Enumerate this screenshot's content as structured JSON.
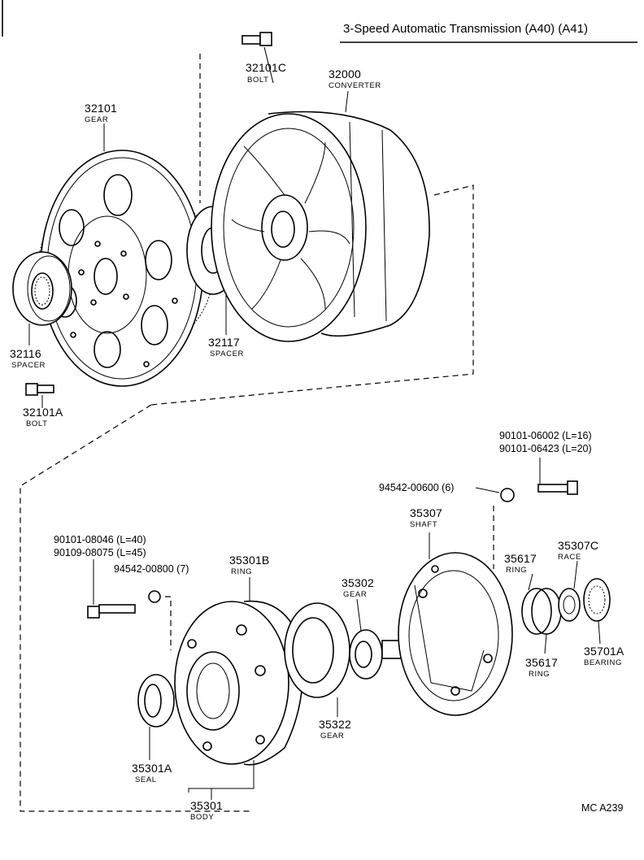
{
  "header": {
    "title": "3-Speed Automatic Transmission (A40) (A41)"
  },
  "parts": {
    "p32101c": {
      "number": "32101C",
      "name": "BOLT"
    },
    "p32000": {
      "number": "32000",
      "name": "CONVERTER"
    },
    "p32101": {
      "number": "32101",
      "name": "GEAR"
    },
    "p32116": {
      "number": "32116",
      "name": "SPACER"
    },
    "p32117": {
      "number": "32117",
      "name": "SPACER"
    },
    "p32101a": {
      "number": "32101A",
      "name": "BOLT"
    },
    "bolt_9010106": {
      "line1": "90101-06002 (L=16)",
      "line2": "90101-06423 (L=20)"
    },
    "washer_94542_006": {
      "text": "94542-00600 (6)"
    },
    "p35307": {
      "number": "35307",
      "name": "SHAFT"
    },
    "p35307c": {
      "number": "35307C",
      "name": "RACE"
    },
    "p35617_top": {
      "number": "35617",
      "name": "RING"
    },
    "p35617_bottom": {
      "number": "35617",
      "name": "RING"
    },
    "p35701a": {
      "number": "35701A",
      "name": "BEARING"
    },
    "bolt_9010108": {
      "line1": "90101-08046 (L=40)",
      "line2": "90109-08075 (L=45)"
    },
    "washer_94542_008": {
      "text": "94542-00800 (7)"
    },
    "p35301b": {
      "number": "35301B",
      "name": "RING"
    },
    "p35302": {
      "number": "35302",
      "name": "GEAR"
    },
    "p35322": {
      "number": "35322",
      "name": "GEAR"
    },
    "p35301a": {
      "number": "35301A",
      "name": "SEAL"
    },
    "p35301": {
      "number": "35301",
      "name": "BODY"
    }
  },
  "footer": {
    "code": "MC A239"
  }
}
